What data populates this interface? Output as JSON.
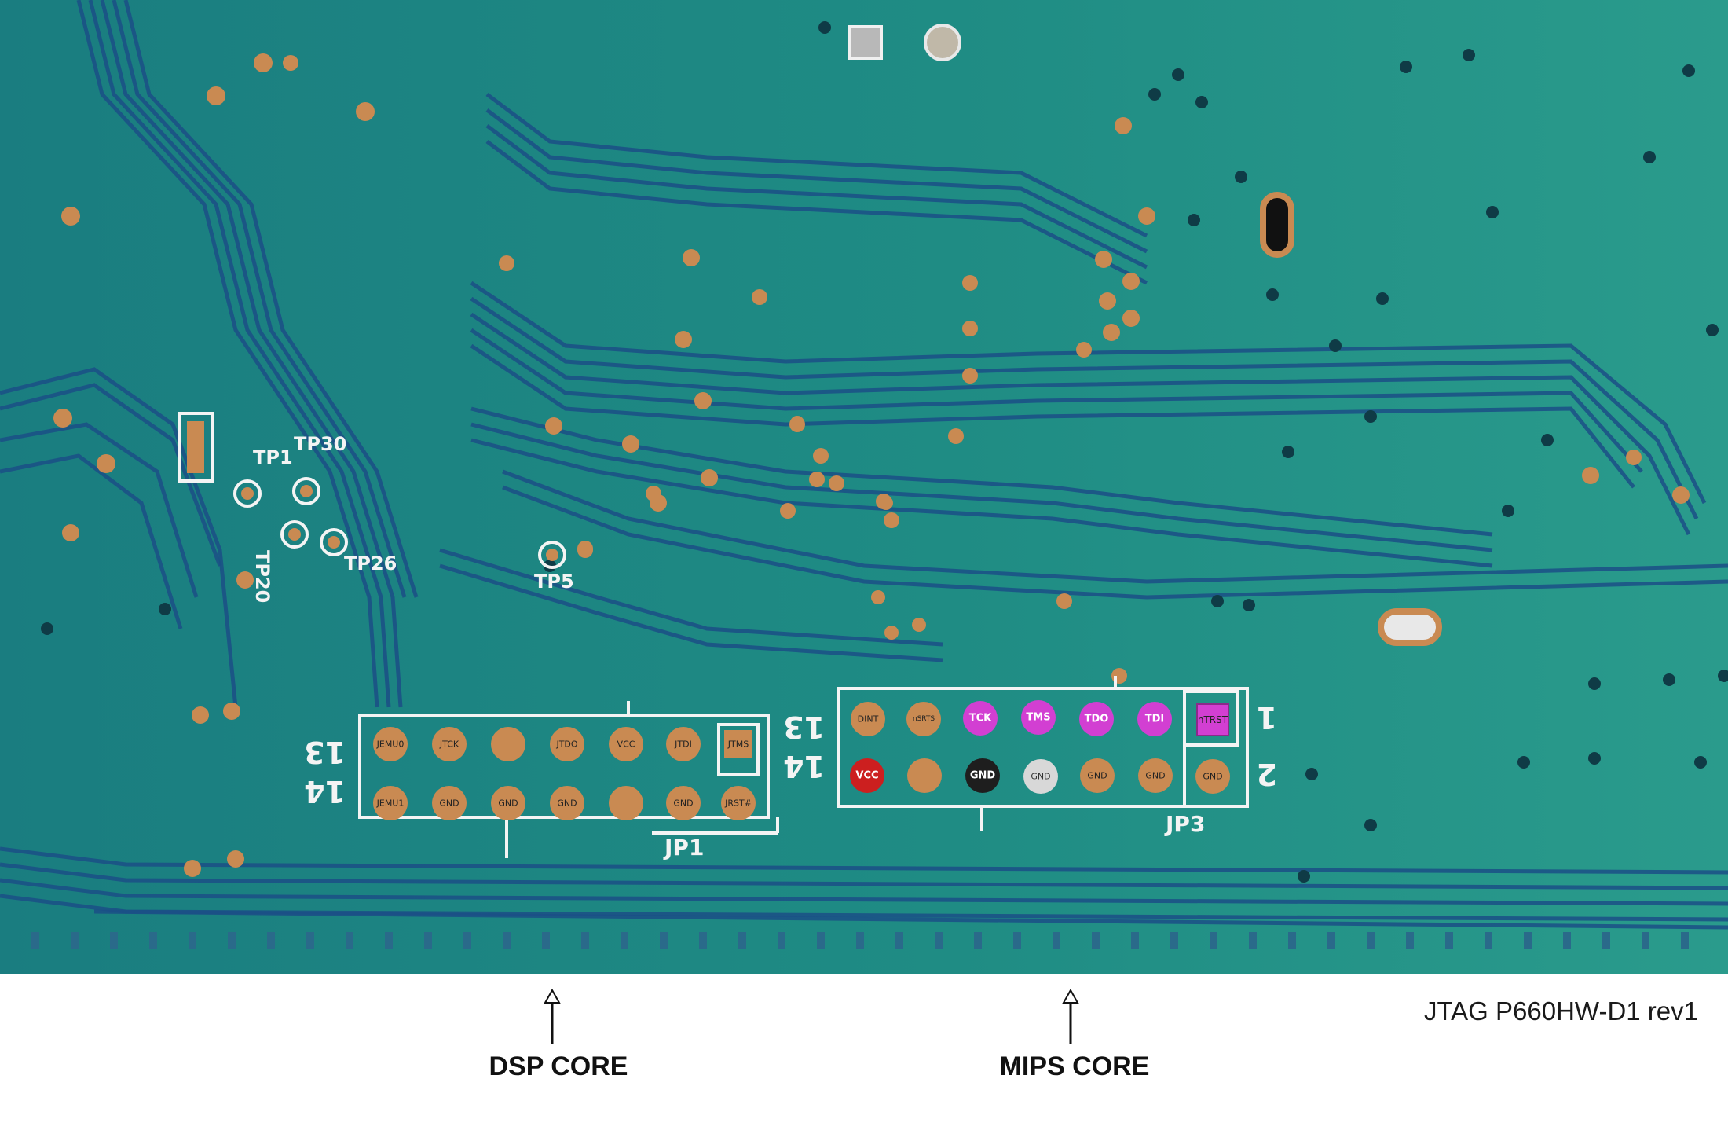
{
  "image_title": "JTAG P660HW-D1 rev1",
  "annotations": {
    "dsp_core": "DSP CORE",
    "mips_core": "MIPS CORE"
  },
  "test_points": [
    "TP1",
    "TP30",
    "TP20",
    "TP26",
    "TP5"
  ],
  "jp1": {
    "designator": "JP1",
    "pin_numbers": {
      "top_left": "13",
      "bottom_left": "14"
    },
    "top_row": [
      "JEMU0",
      "JTCK",
      "",
      "JTDO",
      "VCC",
      "JTDI",
      "JTMS"
    ],
    "bottom_row": [
      "JEMU1",
      "GND",
      "GND",
      "GND",
      "",
      "GND",
      "JRST#"
    ]
  },
  "jp3": {
    "designator": "JP3",
    "pin_numbers": {
      "top_left": "13",
      "bottom_left": "14",
      "top_right": "1",
      "bottom_right": "2"
    },
    "top_row": [
      "DINT",
      "nSRTS",
      "TCK",
      "TMS",
      "TDO",
      "TDI",
      "nTRST"
    ],
    "bottom_row": [
      "VCC",
      "",
      "GND",
      "GND",
      "GND",
      "GND",
      "GND"
    ],
    "colors": {
      "signal": "#d23fd2",
      "vcc": "#cc1f1f",
      "gnd_black": "#1e1e1e",
      "gnd_white": "#d8d8d8",
      "pad": "#c98a52"
    }
  },
  "colors": {
    "board": "#1f8a82",
    "trace": "#1b4f86",
    "silkscreen": "#f4f4f4"
  }
}
